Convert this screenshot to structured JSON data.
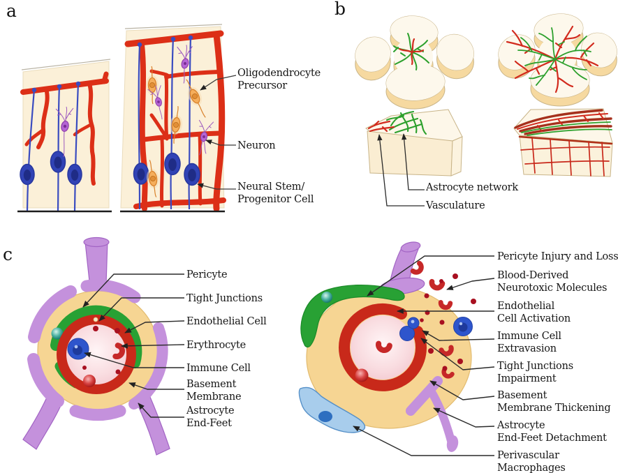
{
  "panels": {
    "a": {
      "letter": "a",
      "labels": [
        {
          "line1": "Oligodendrocyte",
          "line2": "Precursor"
        },
        {
          "line1": "Neuron"
        },
        {
          "line1": "Neural Stem/",
          "line2": "Progenitor Cell"
        }
      ]
    },
    "b": {
      "letter": "b",
      "labels": [
        {
          "line1": "Astrocyte network"
        },
        {
          "line1": "Vasculature"
        }
      ]
    },
    "c": {
      "letter": "c",
      "left_labels": [
        {
          "line1": "Pericyte"
        },
        {
          "line1": "Tight Junctions"
        },
        {
          "line1": "Endothelial Cell"
        },
        {
          "line1": "Erythrocyte"
        },
        {
          "line1": "Immune Cell"
        },
        {
          "line1": "Basement",
          "line2": "Membrane"
        },
        {
          "line1": "Astrocyte",
          "line2": "End-Feet"
        }
      ],
      "right_labels": [
        {
          "line1": "Pericyte Injury and Loss"
        },
        {
          "line1": "Blood-Derived",
          "line2": "Neurotoxic Molecules"
        },
        {
          "line1": "Endothelial",
          "line2": "Cell Activation"
        },
        {
          "line1": "Immune Cell",
          "line2": "Extravasion"
        },
        {
          "line1": "Tight Junctions",
          "line2": "Impairment"
        },
        {
          "line1": "Basement",
          "line2": "Membrane Thickening"
        },
        {
          "line1": "Astrocyte",
          "line2": "End-Feet Detachment"
        },
        {
          "line1": "Perivascular",
          "line2": "Macrophages"
        }
      ]
    }
  },
  "colors": {
    "vessel_red": "#DC2F17",
    "cream_tissue": "#FBF0D8",
    "radial_glia_blue": "#3143B5",
    "neuron_purple": "#B565D5",
    "opc_orange": "#F5AE5C",
    "astrocyte_green": "#28A134",
    "vasculature_red": "#D22B1E",
    "dark_vessel_brown": "#A5301C",
    "basement_membrane_tan": "#F6D593",
    "endothelial_red": "#C8291A",
    "lumen_pink": "#F9DCE0",
    "erythrocyte_red": "#C62828",
    "immune_cell_blue": "#2E55CC",
    "astrocyte_endfeet_purple": "#C491DC",
    "macrophage_blue": "#A8CDEC",
    "label_text": "#151515"
  }
}
